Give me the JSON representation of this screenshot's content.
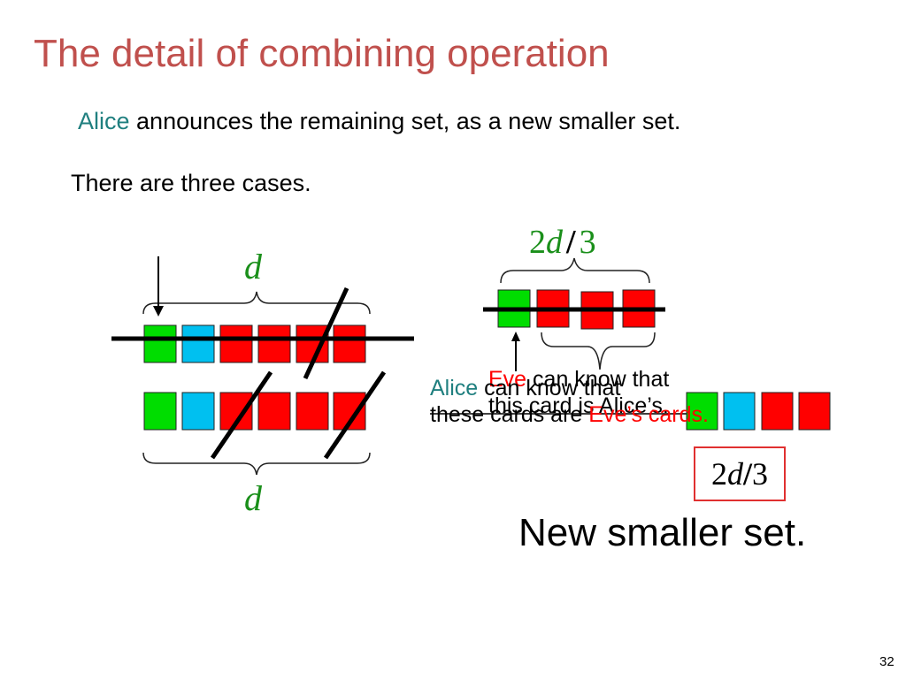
{
  "slide": {
    "title": "The detail of combining operation",
    "intro_alice": "Alice",
    "intro_rest": " announces the remaining set, as a new smaller set.",
    "cases": "There are three cases.",
    "page_number": "32"
  },
  "labels": {
    "d_top": "d",
    "d_bottom": "d",
    "two": "2",
    "d": "d",
    "slash": "/",
    "three": "3"
  },
  "notes": {
    "eve_name": "Eve",
    "eve_line1_rest": " can know that",
    "eve_line2": "this card is Alice’s.",
    "alice_name": "Alice",
    "alice_line1_rest": " can know that",
    "alice_line2_pre": "these cards are ",
    "alice_line2_eve": "Eve’s cards."
  },
  "result": {
    "box_two": "2",
    "box_d": "d",
    "box_slash": "/",
    "box_three": "3",
    "caption": "New smaller set."
  },
  "colors": {
    "green": "#00dd00",
    "blue": "#00c0f0",
    "red": "#ff0000",
    "card_border": "#222222",
    "title": "#c0504d",
    "alice": "#1f7f7f",
    "math": "#1a8f1a"
  }
}
